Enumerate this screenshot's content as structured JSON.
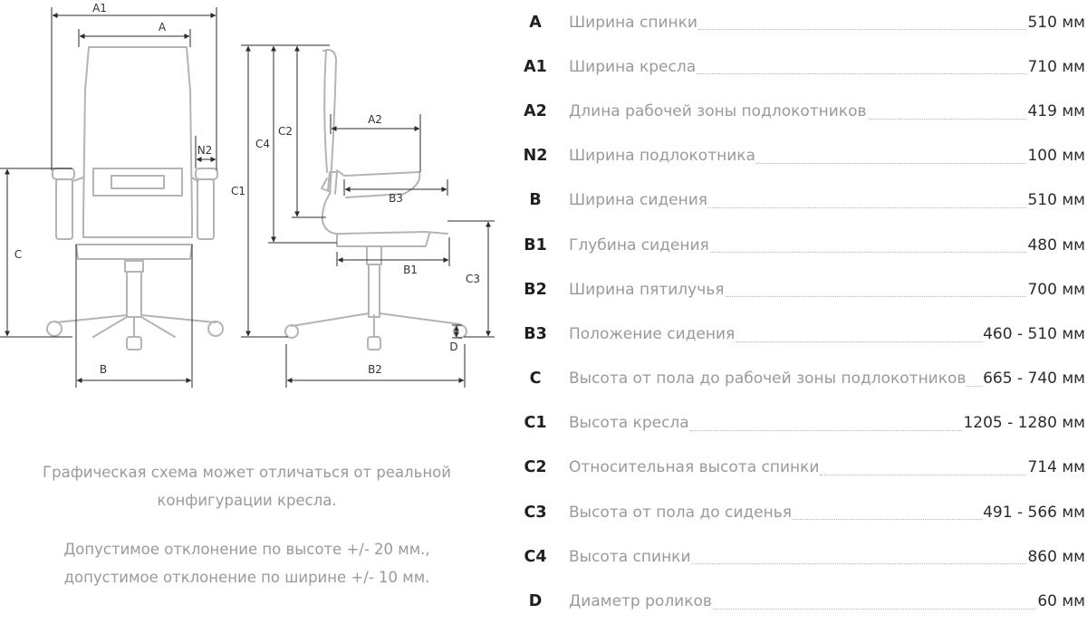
{
  "diagram": {
    "front_labels": {
      "A1": "A1",
      "A": "A",
      "N2": "N2",
      "C": "C",
      "B": "B"
    },
    "side_labels": {
      "C1": "C1",
      "C4": "C4",
      "C2": "C2",
      "A2": "A2",
      "B3": "B3",
      "B1": "B1",
      "C3": "C3",
      "D": "D",
      "B2": "B2"
    }
  },
  "notes": {
    "line1": "Графическая схема может отличаться от реальной",
    "line2": "конфигурации кресла.",
    "line3": "Допустимое отклонение по высоте +/- 20 мм.,",
    "line4": "допустимое отклонение по ширине +/- 10 мм."
  },
  "specs": [
    {
      "code": "A",
      "label": "Ширина спинки",
      "value": "510 мм"
    },
    {
      "code": "A1",
      "label": "Ширина кресла",
      "value": "710 мм"
    },
    {
      "code": "A2",
      "label": "Длина рабочей зоны подлокотников",
      "value": "419 мм"
    },
    {
      "code": "N2",
      "label": "Ширина подлокотника",
      "value": "100 мм"
    },
    {
      "code": "B",
      "label": "Ширина сидения",
      "value": "510 мм"
    },
    {
      "code": "B1",
      "label": "Глубина сидения",
      "value": "480 мм"
    },
    {
      "code": "B2",
      "label": "Ширина пятилучья",
      "value": "700 мм"
    },
    {
      "code": "B3",
      "label": "Положение сидения",
      "value": "460 - 510 мм"
    },
    {
      "code": "C",
      "label": "Высота от пола до рабочей зоны подлокотников",
      "value": "665 - 740 мм"
    },
    {
      "code": "C1",
      "label": "Высота кресла",
      "value": "1205 - 1280 мм"
    },
    {
      "code": "C2",
      "label": "Относительная высота спинки",
      "value": "714 мм"
    },
    {
      "code": "C3",
      "label": "Высота от пола до сиденья",
      "value": "491 - 566 мм"
    },
    {
      "code": "C4",
      "label": "Высота спинки",
      "value": "860 мм"
    },
    {
      "code": "D",
      "label": "Диаметр роликов",
      "value": "60 мм"
    }
  ]
}
